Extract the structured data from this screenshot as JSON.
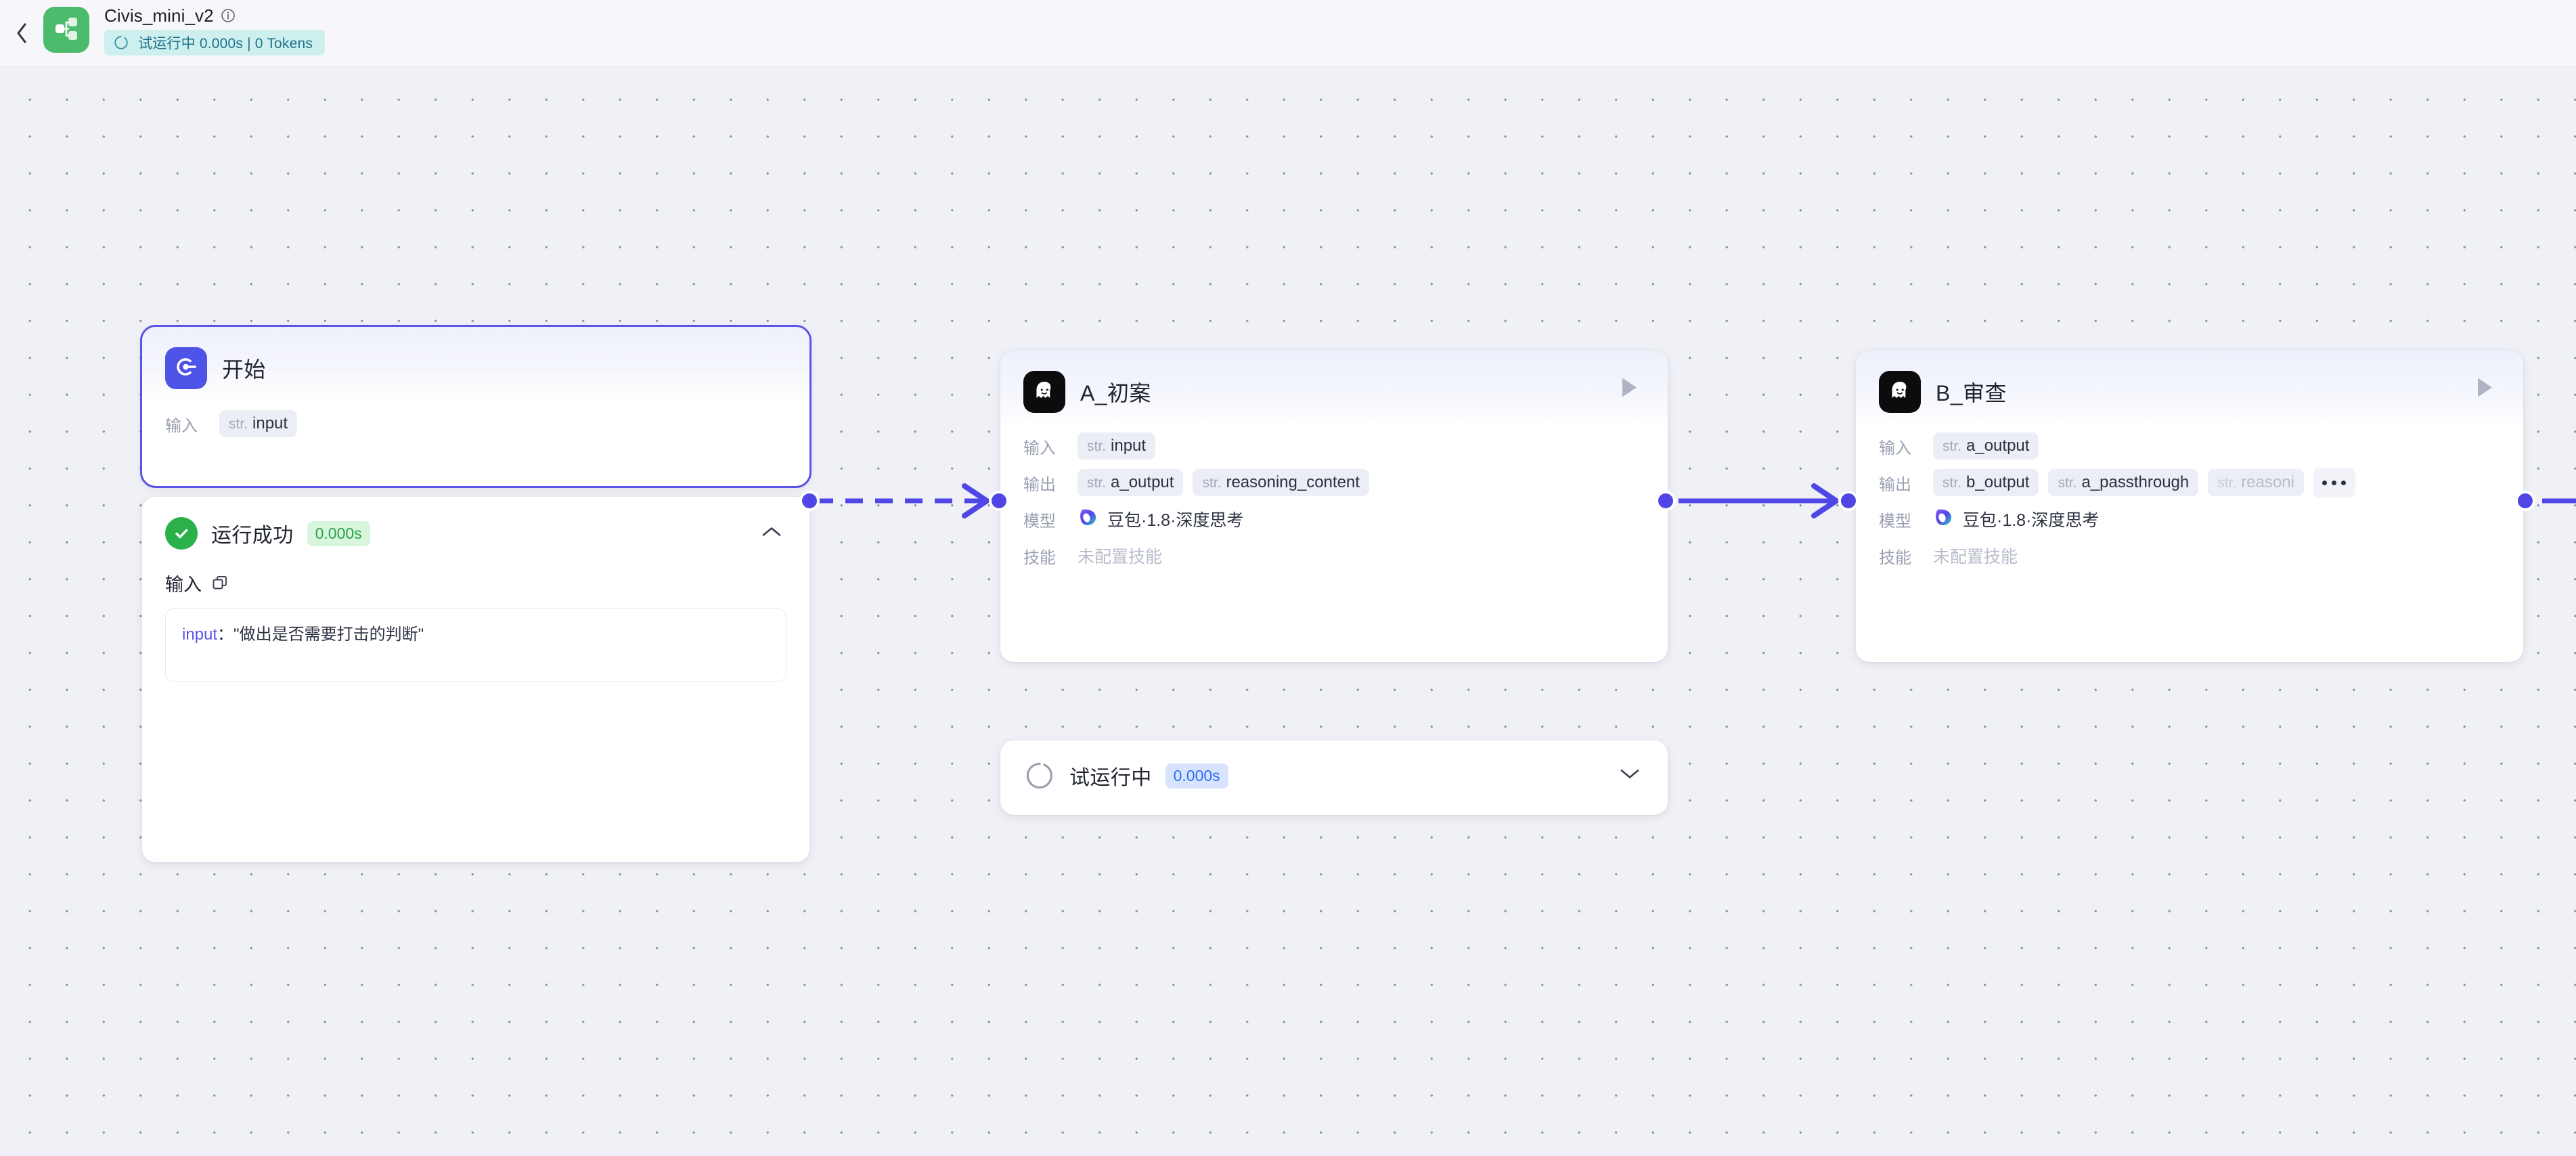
{
  "header": {
    "back_icon": "chevron-left-icon",
    "logo_icon": "workflow-share-icon",
    "title": "Civis_mini_v2",
    "info_icon": "info-circle-icon",
    "run_status_icon": "spinner-icon",
    "run_status_text": "试运行中 0.000s | 0 Tokens",
    "chip_bg": "#cdf0ef",
    "chip_color": "#1f6f8a"
  },
  "canvas": {
    "labels": {
      "input": "输入",
      "output": "输出",
      "model": "模型",
      "skill": "技能"
    }
  },
  "nodes": [
    {
      "id": "start",
      "icon": "power-start-icon",
      "title": "开始",
      "input_tags": [
        {
          "type": "str.",
          "name": "input"
        }
      ]
    },
    {
      "id": "node_a",
      "icon": "ghost-avatar-icon",
      "title": "A_初案",
      "play_icon": "play-triangle-icon",
      "input_tags": [
        {
          "type": "str.",
          "name": "input"
        }
      ],
      "output_tags": [
        {
          "type": "str.",
          "name": "a_output"
        },
        {
          "type": "str.",
          "name": "reasoning_content"
        }
      ],
      "model_icon": "doubao-logo-icon",
      "model_name": "豆包·1.8·深度思考",
      "skill_value": "未配置技能"
    },
    {
      "id": "node_b",
      "icon": "ghost-avatar-icon",
      "title": "B_审查",
      "play_icon": "play-triangle-icon",
      "input_tags": [
        {
          "type": "str.",
          "name": "a_output"
        }
      ],
      "output_tags": [
        {
          "type": "str.",
          "name": "b_output"
        },
        {
          "type": "str.",
          "name": "a_passthrough"
        },
        {
          "type": "str.",
          "name": "reasoni"
        }
      ],
      "more_label": "…",
      "model_icon": "doubao-logo-icon",
      "model_name": "豆包·1.8·深度思考",
      "skill_value": "未配置技能"
    }
  ],
  "panels": [
    {
      "id": "start_result",
      "status_icon": "check-circle-icon",
      "status_text": "运行成功",
      "time": "0.000s",
      "chevron_icon": "chevron-up-icon",
      "section_label": "输入",
      "copy_icon": "copy-icon",
      "code": {
        "key": "input",
        "separator": "：",
        "value": "\"做出是否需要打击的判断\""
      }
    },
    {
      "id": "node_a_result",
      "status_icon": "spinner-icon",
      "status_text": "试运行中",
      "time": "0.000s",
      "chevron_icon": "chevron-down-icon"
    }
  ],
  "colors": {
    "accent_purple": "#4f46e5",
    "brand_green": "#4cbb6c",
    "success_green": "#2bb14a",
    "canvas_bg": "#eff1f6",
    "node_bg": "#ffffff"
  }
}
